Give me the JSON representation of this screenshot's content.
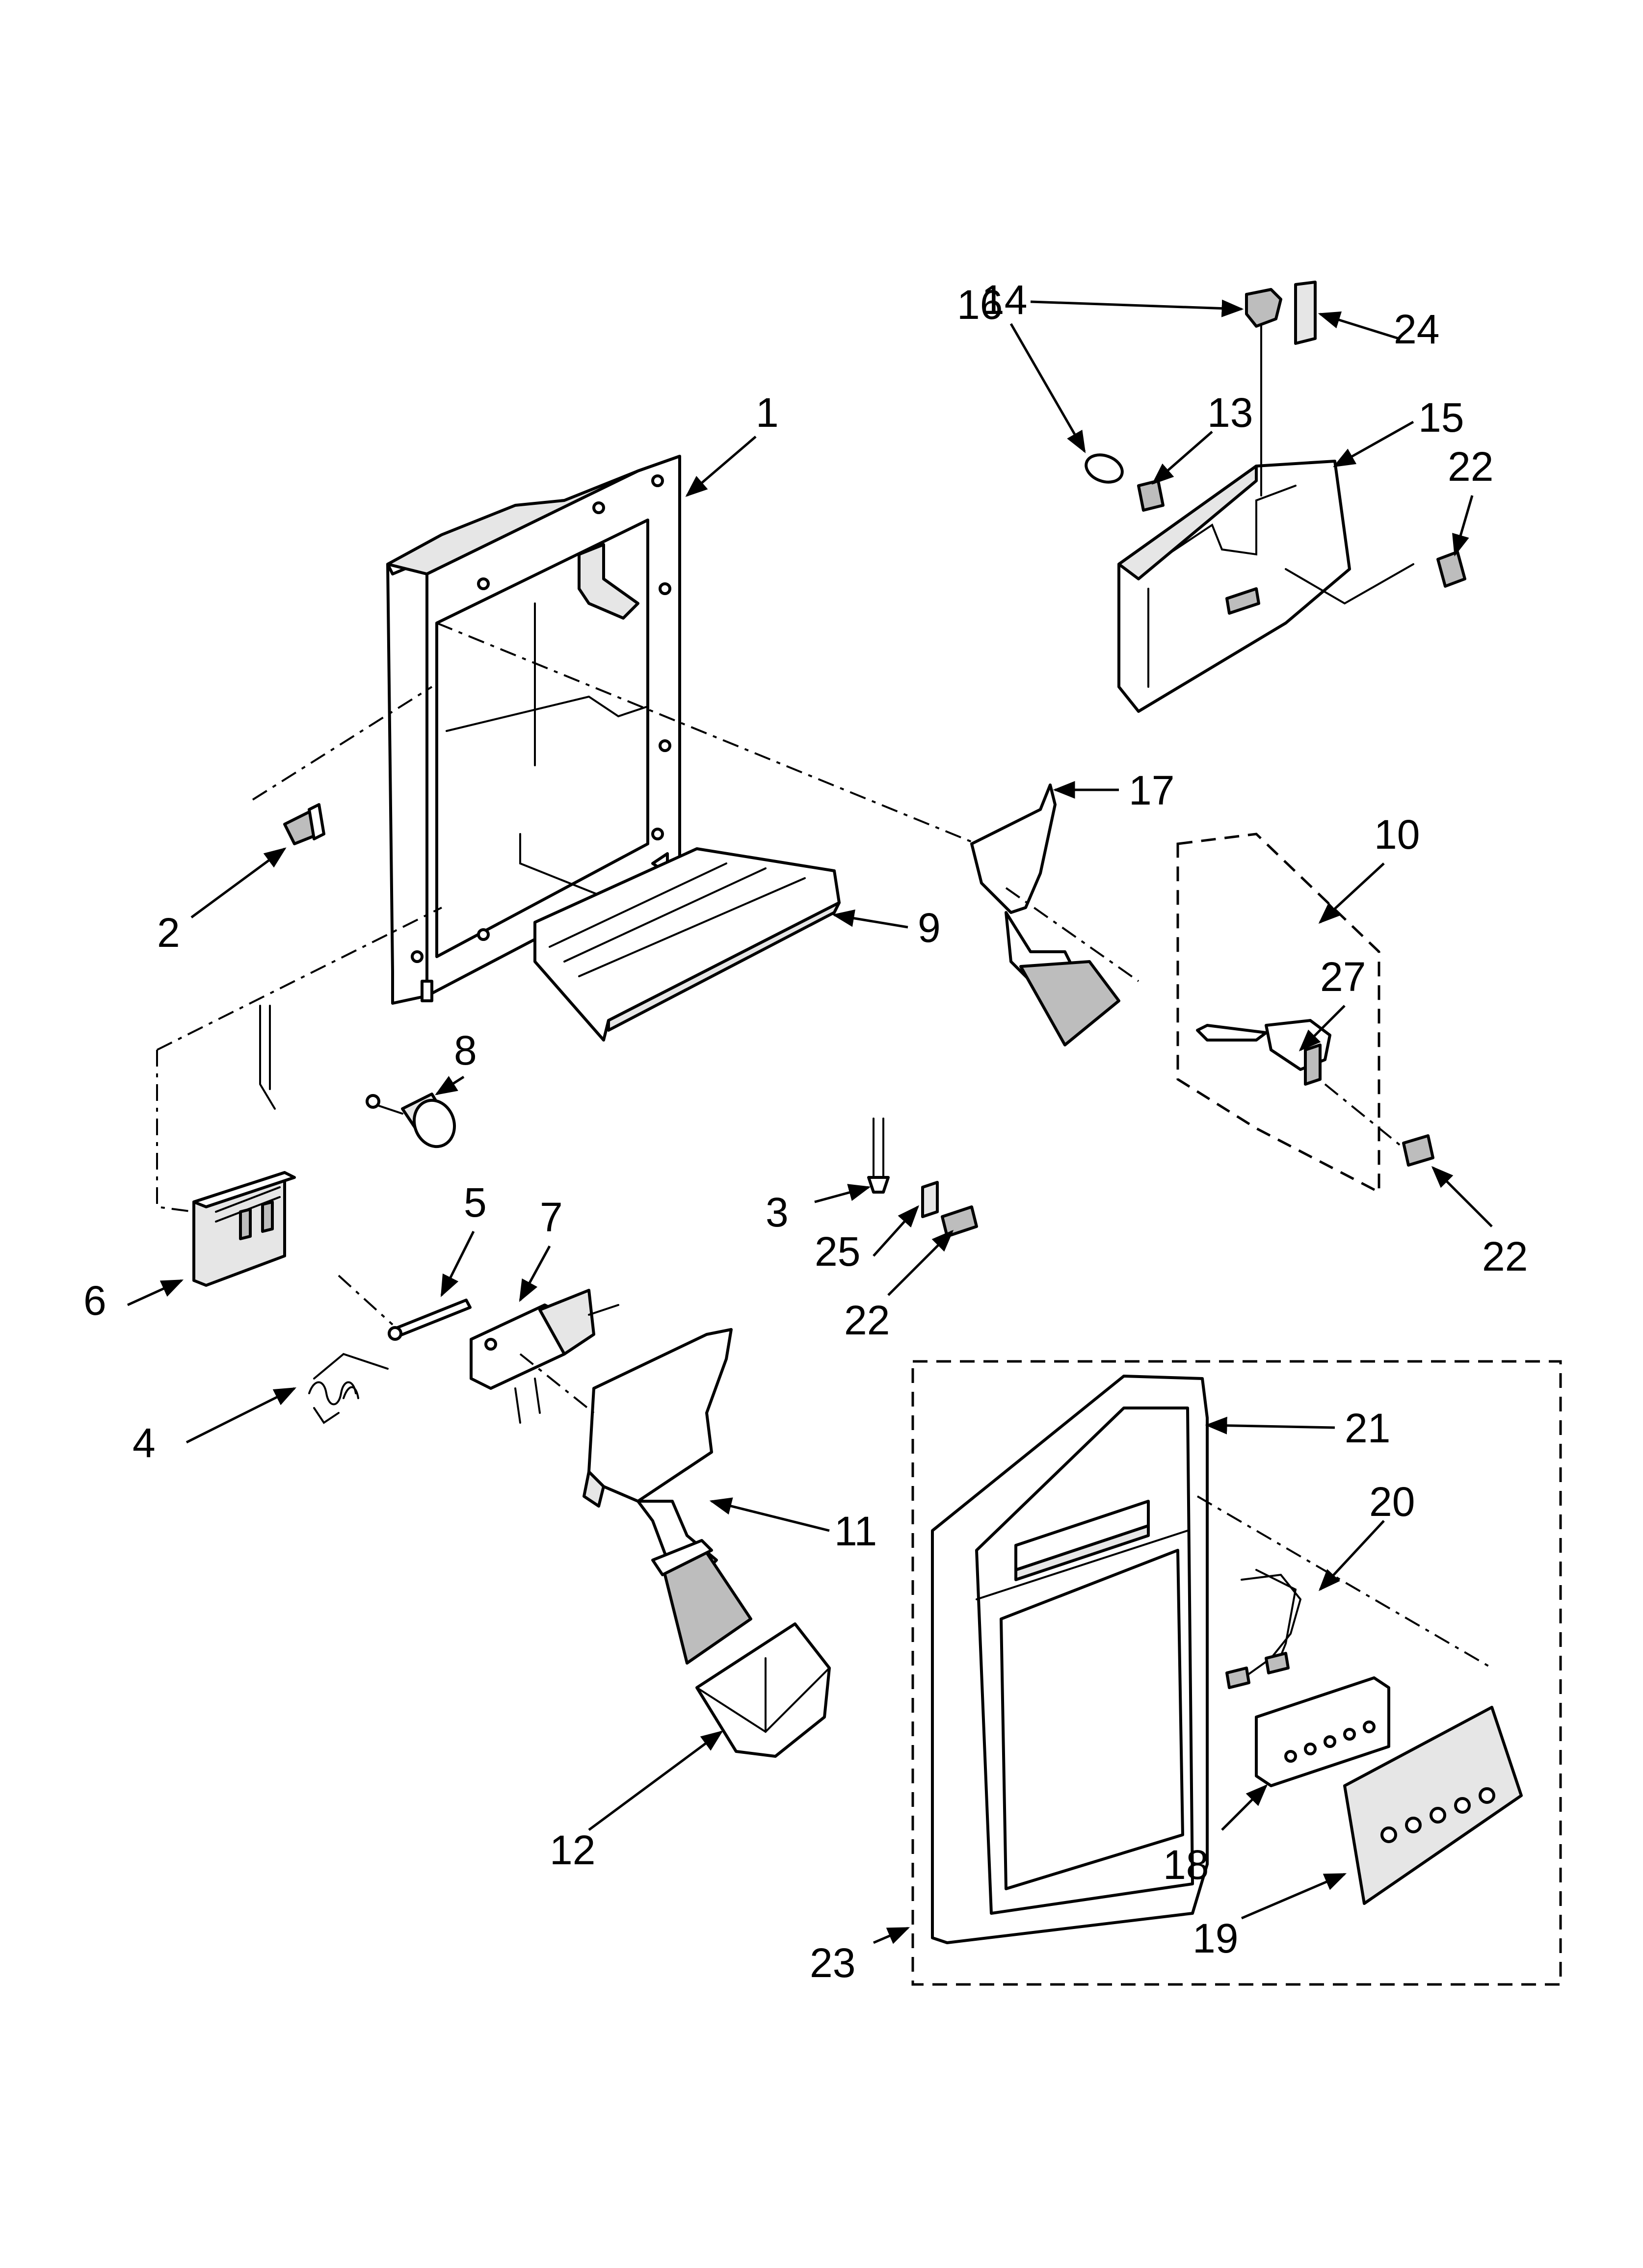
{
  "diagram": {
    "callouts": [
      {
        "id": "c1",
        "label": "1"
      },
      {
        "id": "c2",
        "label": "2"
      },
      {
        "id": "c3",
        "label": "3"
      },
      {
        "id": "c4",
        "label": "4"
      },
      {
        "id": "c5",
        "label": "5"
      },
      {
        "id": "c6",
        "label": "6"
      },
      {
        "id": "c7",
        "label": "7"
      },
      {
        "id": "c8",
        "label": "8"
      },
      {
        "id": "c9",
        "label": "9"
      },
      {
        "id": "c10",
        "label": "10"
      },
      {
        "id": "c11",
        "label": "11"
      },
      {
        "id": "c12",
        "label": "12"
      },
      {
        "id": "c13",
        "label": "13"
      },
      {
        "id": "c14",
        "label": "14"
      },
      {
        "id": "c15",
        "label": "15"
      },
      {
        "id": "c16",
        "label": "16"
      },
      {
        "id": "c17",
        "label": "17"
      },
      {
        "id": "c18",
        "label": "18"
      },
      {
        "id": "c19",
        "label": "19"
      },
      {
        "id": "c20",
        "label": "20"
      },
      {
        "id": "c21",
        "label": "21"
      },
      {
        "id": "c22a",
        "label": "22"
      },
      {
        "id": "c22b",
        "label": "22"
      },
      {
        "id": "c22c",
        "label": "22"
      },
      {
        "id": "c23",
        "label": "23"
      },
      {
        "id": "c24",
        "label": "24"
      },
      {
        "id": "c25",
        "label": "25"
      },
      {
        "id": "c27",
        "label": "27"
      }
    ]
  }
}
